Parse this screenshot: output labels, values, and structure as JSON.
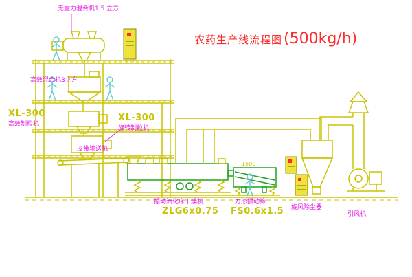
{
  "title": {
    "name": "农药生产线流程图",
    "capacity": "(500kg/h)"
  },
  "labels": {
    "mixer_top": "无重力混合机1.5 立方",
    "mixer_2": "高效混合机3立方",
    "granulator_left_model": "XL-300",
    "granulator_left_name": "高效制粒机",
    "granulator_center_model": "XL-300",
    "granulator_center_name": "旋转制粒机",
    "belt_conveyor": "皮带输送机",
    "dryer_name": "振动流化床干燥机",
    "dryer_model": "ZLG6x0.75",
    "screen_name": "方形振动筛",
    "screen_model": "FS0.6x1.5",
    "screen_dim": "1500",
    "cyclone": "旋风除尘器",
    "fan": "引风机"
  },
  "colors": {
    "line": "#c9c400",
    "green": "#1fa31f",
    "magenta": "#e813e8",
    "red": "#ff2a2a",
    "cyan": "#56c8c8",
    "cabinet": "#efe33b"
  }
}
